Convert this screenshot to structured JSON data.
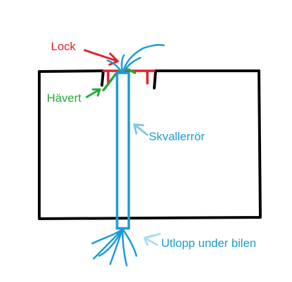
{
  "labels": {
    "lock": "Lock",
    "havert": "Hävert",
    "skvallerror": "Skvallerrör",
    "utlopp": "Utlopp under bilen"
  },
  "colors": {
    "outline": "#000000",
    "lock": "#e0202a",
    "havert": "#22a838",
    "tube": "#1a9ad6",
    "skvaller_arrow": "#7cc8e6",
    "utlopp_arrow": "#a8dcee"
  }
}
